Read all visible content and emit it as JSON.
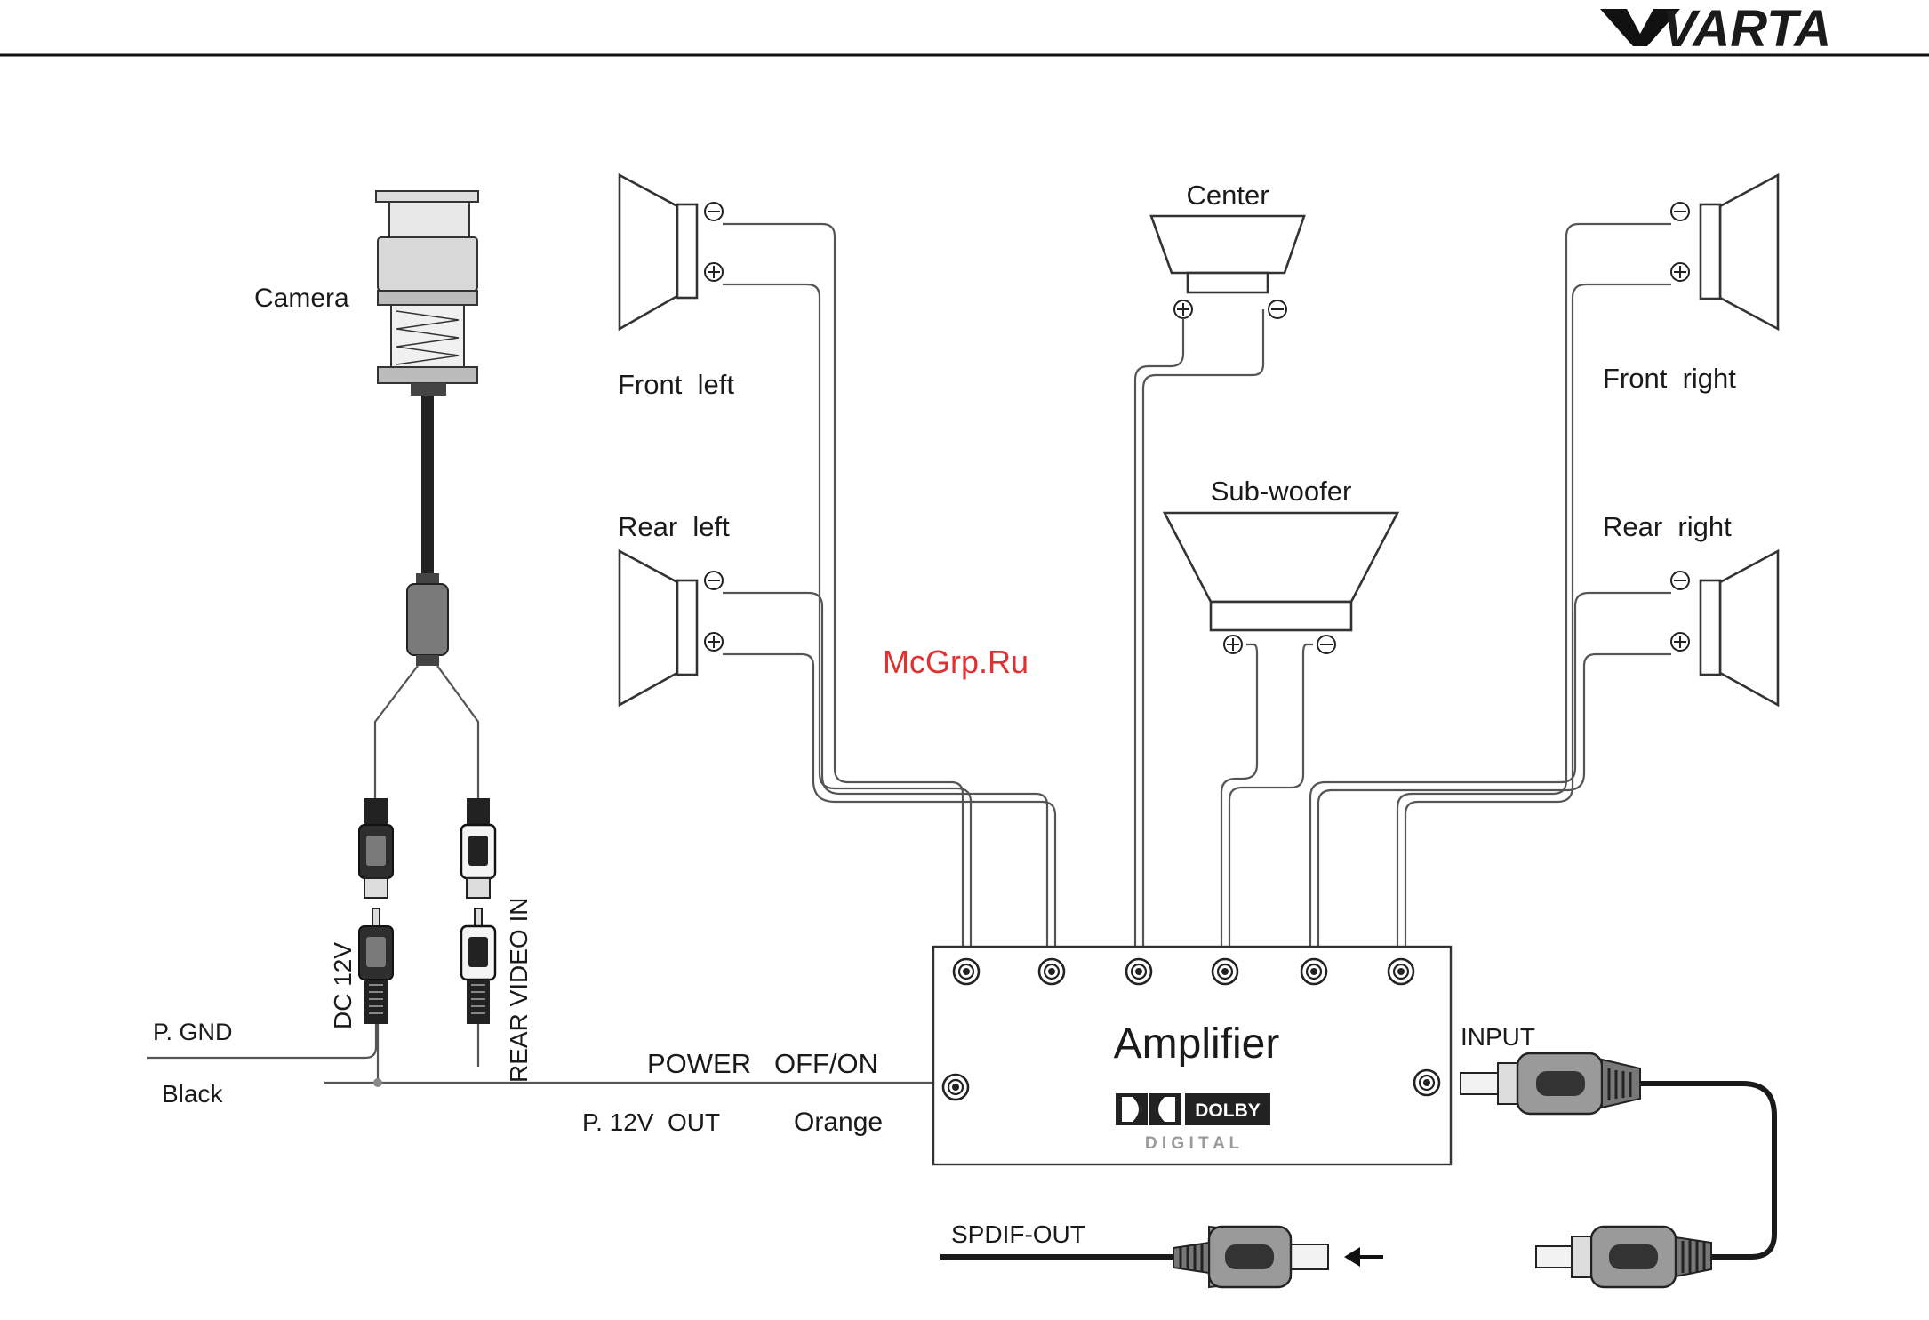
{
  "brand": {
    "logo_text": "VARTA"
  },
  "camera": {
    "label": "Camera"
  },
  "speakers": {
    "front_left": "Front  left",
    "rear_left": "Rear  left",
    "center": "Center",
    "subwoofer": "Sub-woofer",
    "front_right": "Front  right",
    "rear_right": "Rear  right"
  },
  "watermark": "McGrp.Ru",
  "connectors": {
    "dc_12v": "DC 12V",
    "rear_video_in": "REAR VIDEO IN"
  },
  "power": {
    "p_gnd": "P. GND",
    "black": "Black",
    "power_off_on": "POWER   OFF/ON",
    "p_12v_out": "P. 12V  OUT",
    "orange": "Orange"
  },
  "amplifier": {
    "title": "Amplifier",
    "dolby": "DOLBY",
    "digital": "D I G I T A L"
  },
  "io": {
    "input": "INPUT",
    "spdif_out": "SPDIF-OUT"
  },
  "colors": {
    "line": "#222222",
    "wire": "#555555",
    "plug_dark": "#3a3a3a",
    "plug_grey": "#9a9a9a",
    "watermark": "#e03030"
  }
}
